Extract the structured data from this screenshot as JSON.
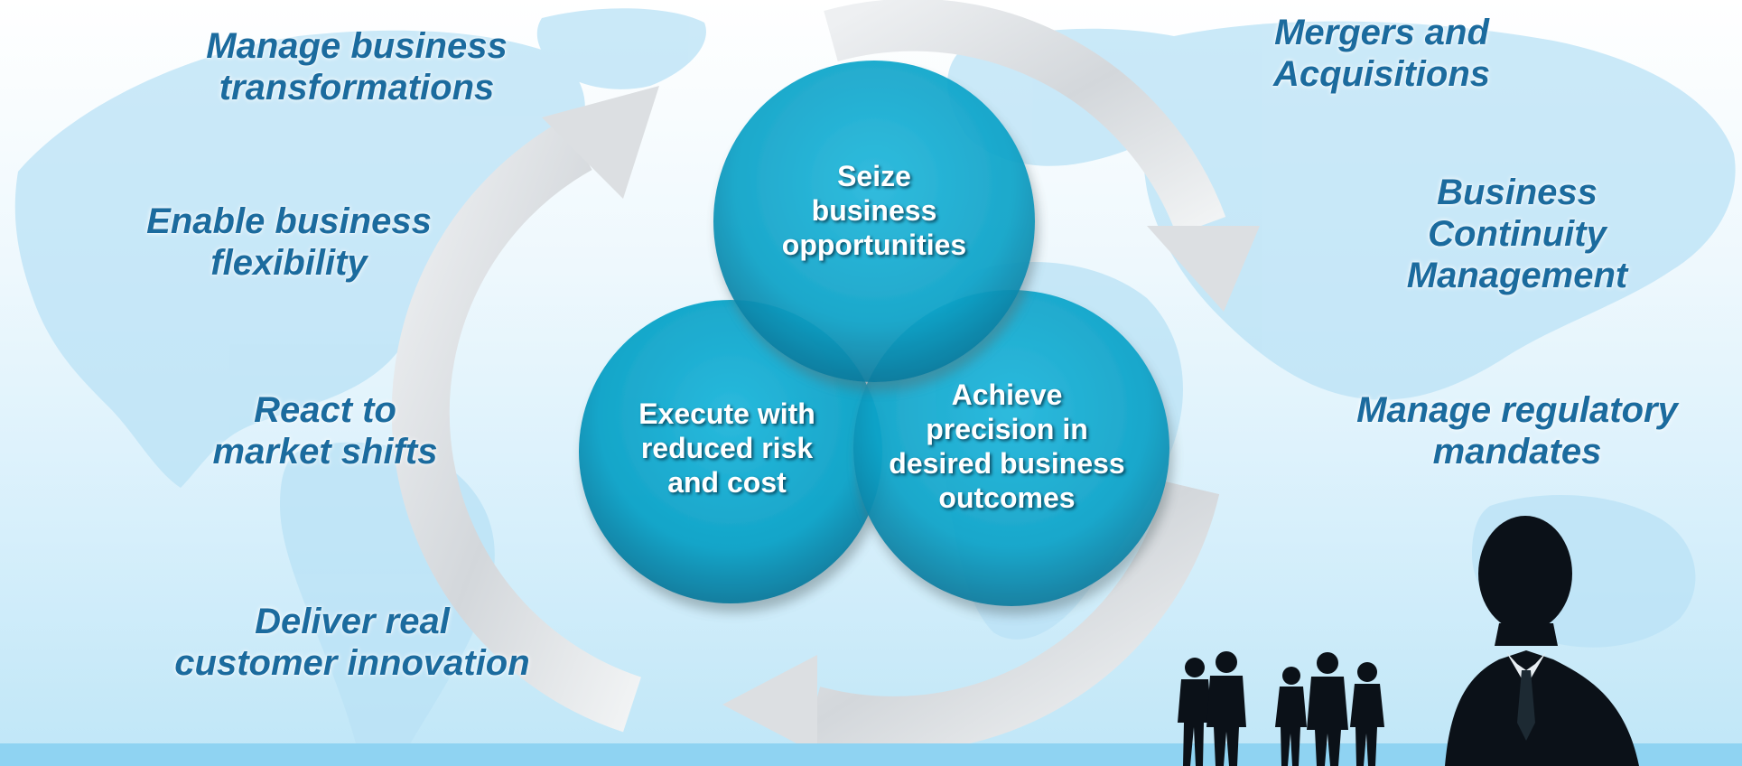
{
  "colors": {
    "text_blue": "#1b6b9e",
    "bubble_teal": "#0ea3c8",
    "bubble_dark": "#077a9c",
    "arrow_gray": "#d9dcdf",
    "strip_blue": "#8fd3f2",
    "silhouette": "#0b1118"
  },
  "left_labels": [
    {
      "lines": [
        "Manage business",
        "transformations"
      ]
    },
    {
      "lines": [
        "Enable business",
        "flexibility"
      ]
    },
    {
      "lines": [
        "React to",
        "market shifts"
      ]
    },
    {
      "lines": [
        "Deliver real",
        "customer innovation"
      ]
    }
  ],
  "right_labels": [
    {
      "lines": [
        "Mergers and",
        "Acquisitions"
      ]
    },
    {
      "lines": [
        "Business",
        "Continuity",
        "Management"
      ]
    },
    {
      "lines": [
        "Manage regulatory",
        "mandates"
      ]
    }
  ],
  "bubbles": [
    {
      "lines": [
        "Seize",
        "business",
        "opportunities"
      ]
    },
    {
      "lines": [
        "Execute with",
        "reduced risk",
        "and cost"
      ]
    },
    {
      "lines": [
        "Achieve",
        "precision in",
        "desired business",
        "outcomes"
      ]
    }
  ],
  "icons": {
    "cycle": "circular-arrows-icon",
    "map": "world-map-icon",
    "people": "business-people-silhouette-icon",
    "executive": "businessman-silhouette-icon"
  }
}
